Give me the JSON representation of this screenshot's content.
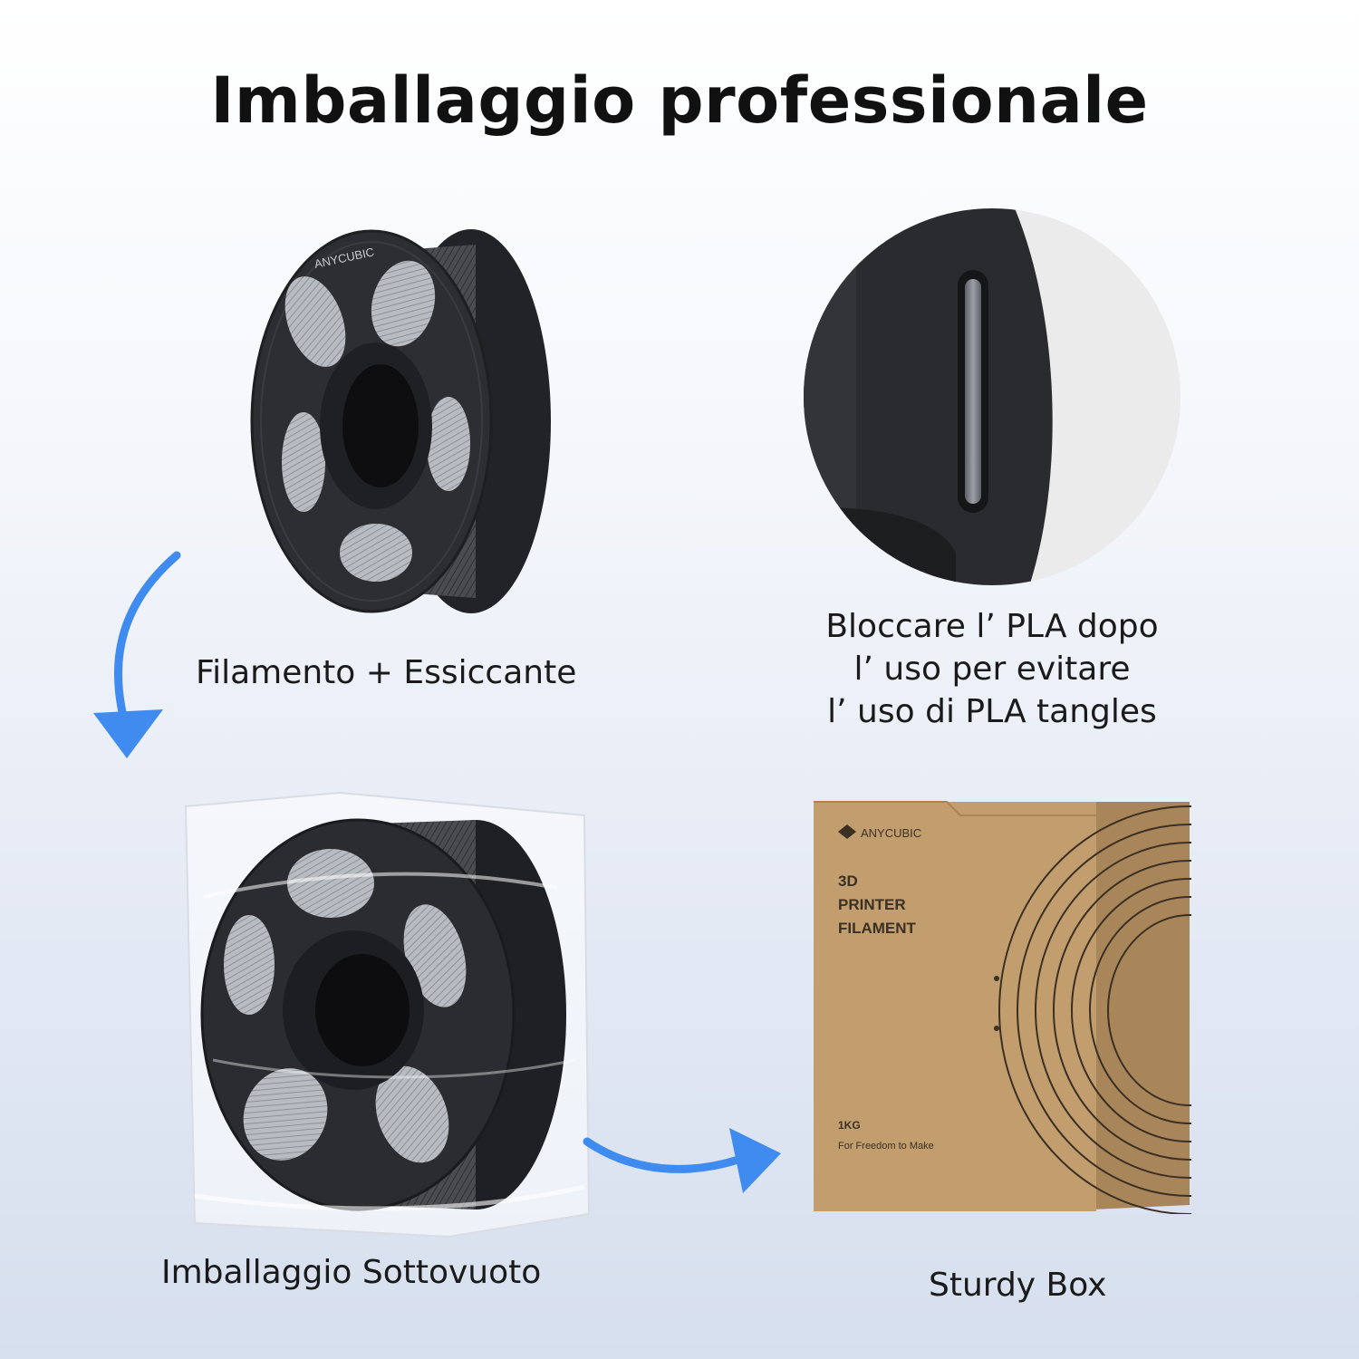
{
  "title": "Imballaggio professionale",
  "captions": {
    "filament": "Filamento + Essiccante",
    "lock_line1": "Bloccare l’ PLA dopo",
    "lock_line2": "l’ uso per evitare",
    "lock_line3": "l’ uso di PLA tangles",
    "vacuum": "Imballaggio Sottovuoto",
    "box": "Sturdy Box"
  },
  "spool_brand": "ANYCUBIC",
  "box_label": {
    "brand": "ANYCUBIC",
    "line1": "3D",
    "line2": "PRINTER",
    "line3": "FILAMENT",
    "weight": "1KG",
    "slogan": "For Freedom to Make"
  },
  "colors": {
    "arrow": "#3f8bf0",
    "spool": "#2d2e31",
    "filament": "#45474b",
    "box": "#c09a6b"
  }
}
